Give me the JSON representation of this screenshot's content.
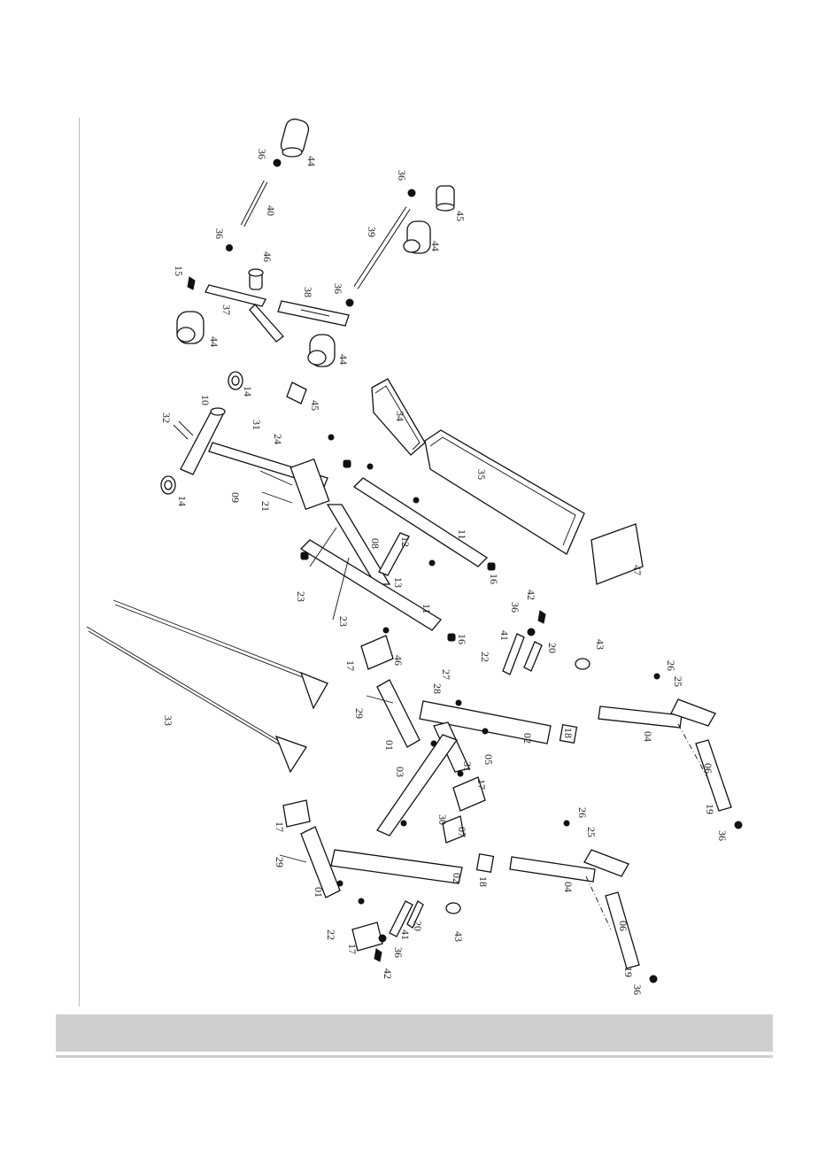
{
  "labels": [
    {
      "id": "p44a",
      "text": "44"
    },
    {
      "id": "p36a",
      "text": "36"
    },
    {
      "id": "p40",
      "text": "40"
    },
    {
      "id": "p36b",
      "text": "36"
    },
    {
      "id": "p45a",
      "text": "45"
    },
    {
      "id": "p39",
      "text": "39"
    },
    {
      "id": "p44b",
      "text": "44"
    },
    {
      "id": "p36c",
      "text": "36"
    },
    {
      "id": "p46a",
      "text": "46"
    },
    {
      "id": "p15",
      "text": "15"
    },
    {
      "id": "p37",
      "text": "37"
    },
    {
      "id": "p38",
      "text": "38"
    },
    {
      "id": "p36d",
      "text": "36"
    },
    {
      "id": "p44c",
      "text": "44"
    },
    {
      "id": "p44d",
      "text": "44"
    },
    {
      "id": "p14a",
      "text": "14"
    },
    {
      "id": "p45b",
      "text": "45"
    },
    {
      "id": "p10",
      "text": "10"
    },
    {
      "id": "p34",
      "text": "34"
    },
    {
      "id": "p32",
      "text": "32"
    },
    {
      "id": "p35",
      "text": "35"
    },
    {
      "id": "p14b",
      "text": "14"
    },
    {
      "id": "p09",
      "text": "09"
    },
    {
      "id": "p08",
      "text": "08"
    },
    {
      "id": "p12",
      "text": "12"
    },
    {
      "id": "p11a",
      "text": "11"
    },
    {
      "id": "p11b",
      "text": "11"
    },
    {
      "id": "p13",
      "text": "13"
    },
    {
      "id": "p16a",
      "text": "16"
    },
    {
      "id": "p16b",
      "text": "16"
    },
    {
      "id": "p47",
      "text": "47"
    },
    {
      "id": "p33",
      "text": "33"
    },
    {
      "id": "p42a",
      "text": "42"
    },
    {
      "id": "p36e",
      "text": "36"
    },
    {
      "id": "p41a",
      "text": "41"
    },
    {
      "id": "p20a",
      "text": "20"
    },
    {
      "id": "p43a",
      "text": "43"
    },
    {
      "id": "p46b",
      "text": "46"
    },
    {
      "id": "p17a",
      "text": "17"
    },
    {
      "id": "p01a",
      "text": "01"
    },
    {
      "id": "p29a",
      "text": "29"
    },
    {
      "id": "p02a",
      "text": "02"
    },
    {
      "id": "p18a",
      "text": "18"
    },
    {
      "id": "p04a",
      "text": "04"
    },
    {
      "id": "p26a",
      "text": "26"
    },
    {
      "id": "p25a",
      "text": "25"
    },
    {
      "id": "p06a",
      "text": "06"
    },
    {
      "id": "p19a",
      "text": "19"
    },
    {
      "id": "p36f",
      "text": "36"
    },
    {
      "id": "p05",
      "text": "05"
    },
    {
      "id": "p03",
      "text": "03"
    },
    {
      "id": "p17b",
      "text": "17"
    },
    {
      "id": "p07",
      "text": "07"
    },
    {
      "id": "p30",
      "text": "30"
    },
    {
      "id": "p17c",
      "text": "17"
    },
    {
      "id": "p29b",
      "text": "29"
    },
    {
      "id": "p01b",
      "text": "01"
    },
    {
      "id": "p02b",
      "text": "02"
    },
    {
      "id": "p18b",
      "text": "18"
    },
    {
      "id": "p04b",
      "text": "04"
    },
    {
      "id": "p26b",
      "text": "26"
    },
    {
      "id": "p25b",
      "text": "25"
    },
    {
      "id": "p06b",
      "text": "06"
    },
    {
      "id": "p19b",
      "text": "19"
    },
    {
      "id": "p36g",
      "text": "36"
    },
    {
      "id": "p22a",
      "text": "22"
    },
    {
      "id": "p17d",
      "text": "17"
    },
    {
      "id": "p41b",
      "text": "41"
    },
    {
      "id": "p20b",
      "text": "20"
    },
    {
      "id": "p43b",
      "text": "43"
    },
    {
      "id": "p36h",
      "text": "36"
    },
    {
      "id": "p42b",
      "text": "42"
    },
    {
      "id": "p27a",
      "text": "27"
    },
    {
      "id": "p28a",
      "text": "28"
    },
    {
      "id": "p21",
      "text": "21"
    },
    {
      "id": "p24a",
      "text": "24"
    },
    {
      "id": "p23a",
      "text": "23"
    },
    {
      "id": "p23b",
      "text": "23"
    },
    {
      "id": "p31a",
      "text": "31"
    },
    {
      "id": "p31b",
      "text": "31"
    },
    {
      "id": "p22b",
      "text": "22"
    }
  ]
}
